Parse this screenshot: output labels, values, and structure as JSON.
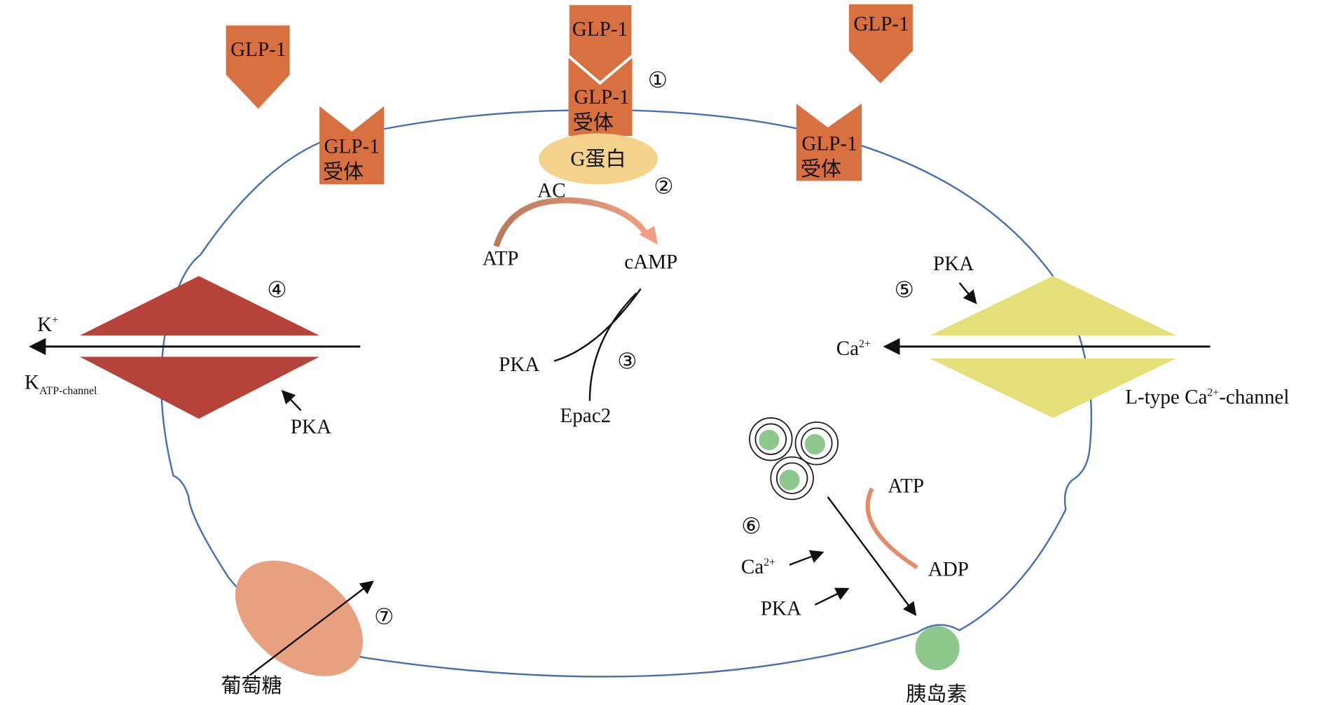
{
  "colors": {
    "membrane": "#4a6fb0",
    "glp1": "#d9703f",
    "g_protein": "#f3d38a",
    "katp_channel": "#b5433a",
    "ca_channel": "#e5df7a",
    "glucose_transporter": "#e8a07e",
    "vesicle_core": "#8dc88d",
    "conversion_arrow": "#e58b68"
  },
  "ligands": {
    "left": "GLP-1",
    "center": "GLP-1",
    "right": "GLP-1"
  },
  "receptors": {
    "left": {
      "line1": "GLP-1",
      "line2": "受体"
    },
    "center": {
      "line1": "GLP-1",
      "line2": "受体"
    },
    "right": {
      "line1": "GLP-1",
      "line2": "受体"
    }
  },
  "g_protein": "G蛋白",
  "ac": "AC",
  "atp": "ATP",
  "camp": "cAMP",
  "pka": "PKA",
  "epac2": "Epac2",
  "katp": {
    "ion": "K",
    "ion_sup": "+",
    "channel": "K",
    "channel_sub": "ATP-channel"
  },
  "ca_channel": {
    "ion": "Ca",
    "ion_sup": "2+",
    "label_pre": "L-type Ca",
    "label_sup": "2+",
    "label_post": "-channel"
  },
  "secretion": {
    "atp": "ATP",
    "adp": "ADP",
    "ca": "Ca",
    "ca_sup": "2+",
    "pka": "PKA"
  },
  "glucose": "葡萄糖",
  "insulin": "胰岛素",
  "steps": [
    "①",
    "②",
    "③",
    "④",
    "⑤",
    "⑥",
    "⑦"
  ]
}
